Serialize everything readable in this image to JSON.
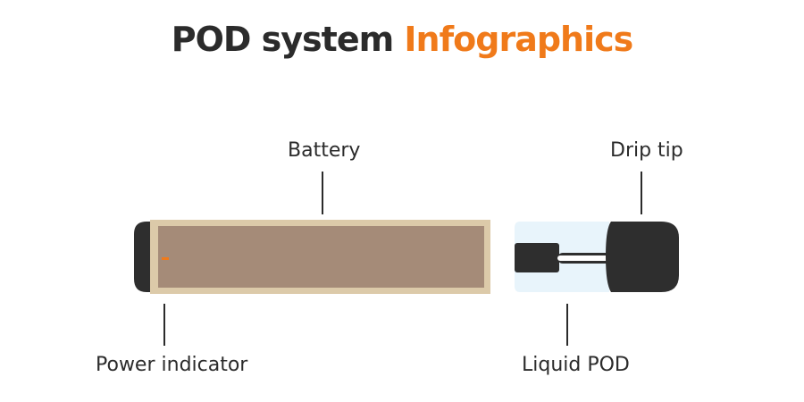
{
  "title": {
    "part1": "POD system",
    "part2": "Infographics"
  },
  "colors": {
    "title_text": "#2b2b2b",
    "title_accent": "#f07a1a",
    "battery_body": "#a58b78",
    "battery_rim": "#dccaa9",
    "dark_cap": "#2e2e2e",
    "pod_liquid": "#e8f4fb",
    "indicator": "#f07a1a"
  },
  "labels": {
    "battery": "Battery",
    "drip_tip": "Drip tip",
    "power_indicator": "Power indicator",
    "liquid_pod": "Liquid POD"
  }
}
